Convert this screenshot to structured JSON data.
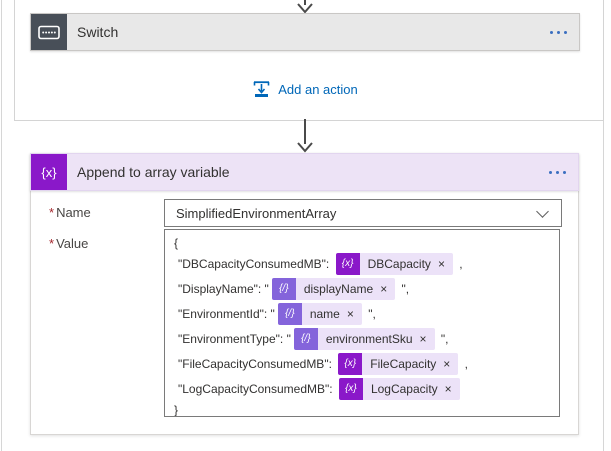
{
  "colors": {
    "switch-tile": "#484f58",
    "switch-header": "#e8e8e8",
    "variable-tile": "#8a18c9",
    "dynamic-tile": "#8464db",
    "append-header": "#ede3f6",
    "token-pill": "#ece2f8",
    "link-blue": "#0067b8",
    "required-red": "#a4262c",
    "arrow-gray": "#4a4a4a",
    "ellipsis-blue": "#3b6fc0"
  },
  "icons": {
    "variable_glyph": "{x}",
    "dynamic_glyph": "{/}",
    "close_glyph": "×"
  },
  "switch_card": {
    "title": "Switch"
  },
  "add_action": {
    "label": "Add an action"
  },
  "append_card": {
    "title": "Append to array variable",
    "name_field": {
      "required_mark": "*",
      "label": "Name",
      "value": "SimplifiedEnvironmentArray"
    },
    "value_field": {
      "required_mark": "*",
      "label": "Value",
      "open_brace": "{",
      "close_brace": "}",
      "entries": [
        {
          "pre": "\"DBCapacityConsumedMB\": ",
          "token": "DBCapacity",
          "type": "variable",
          "post": " ,"
        },
        {
          "pre": "\"DisplayName\": \"",
          "token": "displayName",
          "type": "dynamic",
          "post": " \","
        },
        {
          "pre": "\"EnvironmentId\": \"",
          "token": "name",
          "type": "dynamic",
          "post": " \","
        },
        {
          "pre": "\"EnvironmentType\": \"",
          "token": "environmentSku",
          "type": "dynamic",
          "post": " \","
        },
        {
          "pre": "\"FileCapacityConsumedMB\": ",
          "token": "FileCapacity",
          "type": "variable",
          "post": " ,"
        },
        {
          "pre": "\"LogCapacityConsumedMB\": ",
          "token": "LogCapacity",
          "type": "variable",
          "post": ""
        }
      ]
    }
  }
}
